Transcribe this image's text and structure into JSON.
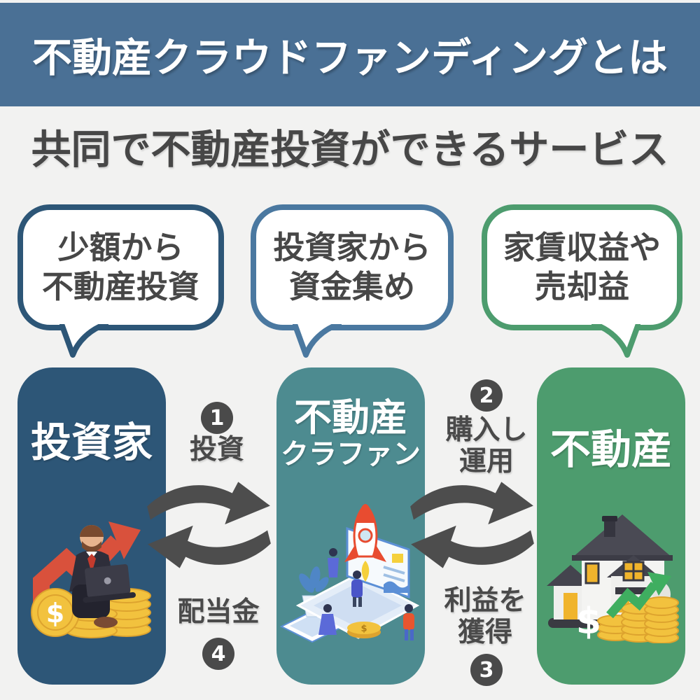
{
  "header": {
    "title": "不動産クラウドファンディングとは",
    "subtitle": "共同で不動産投資ができるサービス"
  },
  "bubbles": [
    {
      "line1": "少額から",
      "line2": "不動産投資",
      "border_color": "#2d5677"
    },
    {
      "line1": "投資家から",
      "line2": "資金集め",
      "border_color": "#4a78a0"
    },
    {
      "line1": "家賃収益や",
      "line2": "売却益",
      "border_color": "#4d9c6e"
    }
  ],
  "entities": [
    {
      "label": "投資家",
      "color": "#2d5677",
      "illustration": "investor-on-coins"
    },
    {
      "label": "不動産",
      "sublabel": "クラファン",
      "color": "#4d8b90",
      "illustration": "crowdfunding-rocket-laptop"
    },
    {
      "label": "不動産",
      "color": "#4d9c6e",
      "illustration": "house-with-coins"
    }
  ],
  "steps": [
    {
      "number": "1",
      "label": "投資"
    },
    {
      "number": "2",
      "label": "購入し運用",
      "line1": "購入し",
      "line2": "運用"
    },
    {
      "number": "3",
      "label": "利益を獲得",
      "line1": "利益を",
      "line2": "獲得"
    },
    {
      "number": "4",
      "label": "配当金"
    }
  ],
  "illustrations": {
    "investor": {
      "name": "investor-on-coins",
      "dollar": "$"
    },
    "platform": {
      "name": "crowdfunding-rocket-laptop",
      "dollar": "$"
    },
    "property": {
      "name": "house-with-coins",
      "dollar": "$"
    }
  },
  "colors": {
    "background": "#f2f2f1",
    "header_bg": "#4a7095",
    "investor_blue": "#2d5677",
    "platform_teal": "#4d8b90",
    "property_green": "#4d9c6e",
    "bubble2_border": "#4a78a0",
    "arrow_gray": "#4d4d4d",
    "text_dark": "#474747",
    "coin_gold": "#f2c23e",
    "growth_red": "#d9513c",
    "growth_green": "#3fae60"
  }
}
